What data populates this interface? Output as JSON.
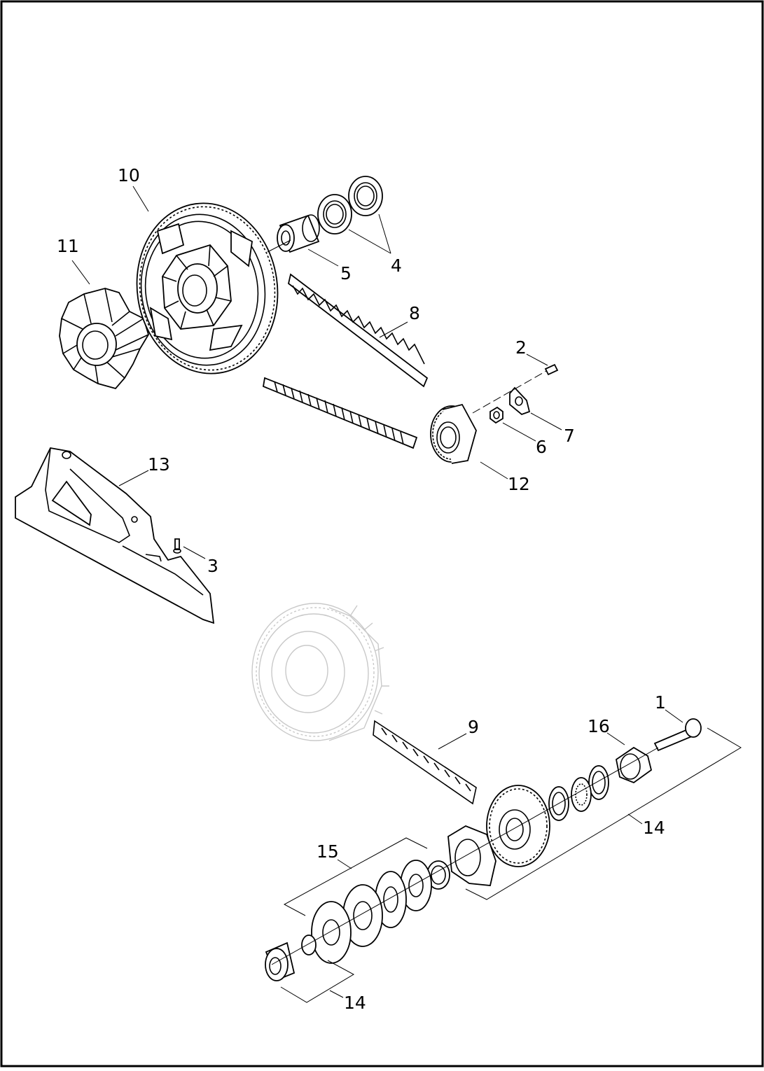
{
  "labels": {
    "l1": "1",
    "l2": "2",
    "l3": "3",
    "l4": "4",
    "l5": "5",
    "l6": "6",
    "l7": "7",
    "l8": "8",
    "l9": "9",
    "l10": "10",
    "l11": "11",
    "l12": "12",
    "l13": "13",
    "l14_right": "14",
    "l14_bottom": "14",
    "l15": "15",
    "l16": "16"
  }
}
